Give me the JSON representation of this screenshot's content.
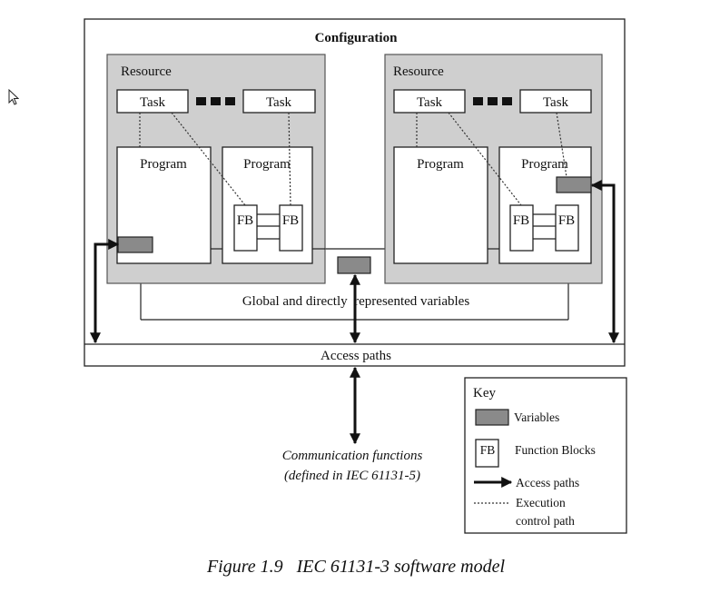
{
  "configuration": {
    "title": "Configuration"
  },
  "resources": [
    {
      "label": "Resource",
      "tasks": [
        "Task",
        "Task"
      ],
      "programs": [
        "Program",
        "Program"
      ],
      "fbs": [
        "FB",
        "FB"
      ]
    },
    {
      "label": "Resource",
      "tasks": [
        "Task",
        "Task"
      ],
      "programs": [
        "Program",
        "Program"
      ],
      "fbs": [
        "FB",
        "FB"
      ]
    }
  ],
  "global_vars_label": "Global and directly  represented variables",
  "access_paths_label": "Access paths",
  "communication": {
    "line1": "Communication functions",
    "line2": "(defined in IEC 61131-5)"
  },
  "key": {
    "title": "Key",
    "items": [
      {
        "symbol": "variables-swatch",
        "label": "Variables"
      },
      {
        "symbol": "FB",
        "label": "Function Blocks"
      },
      {
        "symbol": "arrow",
        "label": "Access paths"
      },
      {
        "symbol": "dotted-line",
        "label": "Execution",
        "label2": "control path"
      }
    ]
  },
  "caption": "Figure 1.9   IEC 61131-3 software model"
}
